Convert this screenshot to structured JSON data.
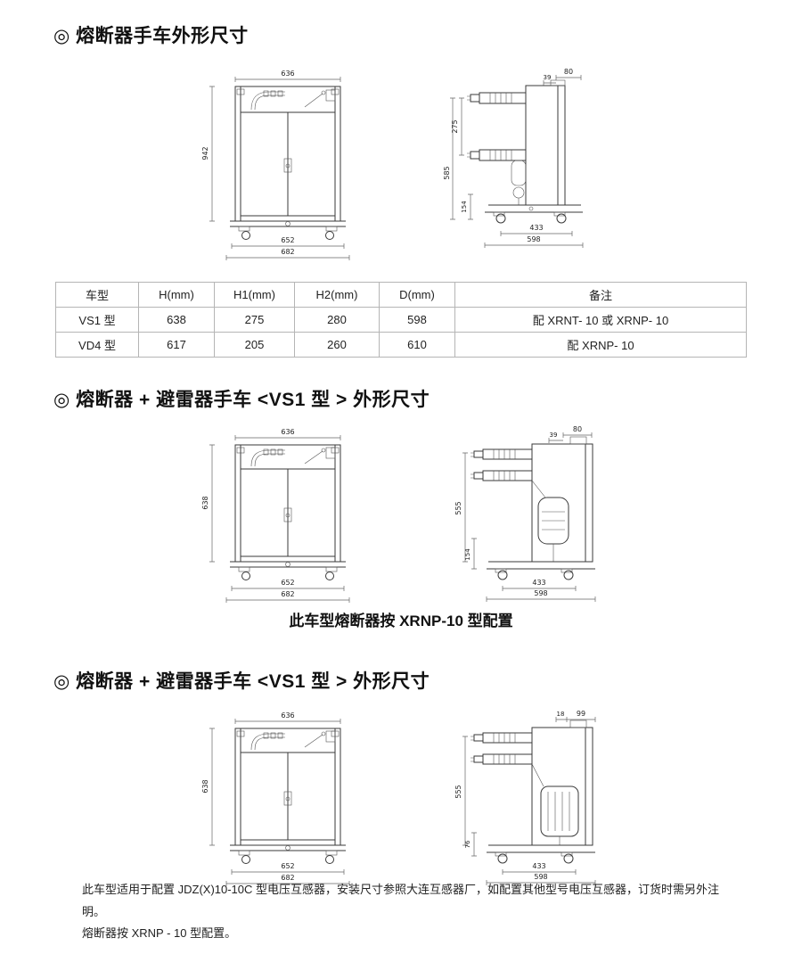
{
  "section1": {
    "title": "◎ 熔断器手车外形尺寸",
    "front": {
      "dim_top": "636",
      "dim_height": "942",
      "dim_bottom_inner": "652",
      "dim_bottom_outer": "682"
    },
    "side": {
      "dim_top_right": "80",
      "dim_top_small": "39",
      "dim_upper": "275",
      "dim_height": "585",
      "dim_base": "154",
      "dim_bottom_inner": "433",
      "dim_bottom_outer": "598"
    }
  },
  "table": {
    "headers": [
      "车型",
      "H(mm)",
      "H1(mm)",
      "H2(mm)",
      "D(mm)",
      "备注"
    ],
    "rows": [
      [
        "VS1 型",
        "638",
        "275",
        "280",
        "598",
        "配 XRNT- 10 或 XRNP- 10"
      ],
      [
        "VD4 型",
        "617",
        "205",
        "260",
        "610",
        "配 XRNP- 10"
      ]
    ]
  },
  "section2": {
    "title": "◎ 熔断器 + 避雷器手车 <VS1 型 > 外形尺寸",
    "front": {
      "dim_top": "636",
      "dim_height": "638",
      "dim_bottom_inner": "652",
      "dim_bottom_outer": "682"
    },
    "side": {
      "dim_top_small": "39",
      "dim_top_right": "80",
      "dim_height": "555",
      "dim_base": "154",
      "dim_bottom_inner": "433",
      "dim_bottom_outer": "598"
    },
    "caption": "此车型熔断器按 XRNP-10 型配置"
  },
  "section3": {
    "title": "◎ 熔断器 + 避雷器手车 <VS1 型 > 外形尺寸",
    "front": {
      "dim_top": "636",
      "dim_height": "638",
      "dim_bottom_inner": "652",
      "dim_bottom_outer": "682"
    },
    "side": {
      "dim_top_small": "18",
      "dim_top_right": "99",
      "dim_height": "555",
      "dim_base": "76",
      "dim_bottom_inner": "433",
      "dim_bottom_outer": "598"
    },
    "note_line1": "此车型适用于配置 JDZ(X)10-10C 型电压互感器，安装尺寸参照大连互感器厂，如配置其他型号电压互感器，订货时需另外注明。",
    "note_line2": "熔断器按 XRNP - 10 型配置。"
  }
}
